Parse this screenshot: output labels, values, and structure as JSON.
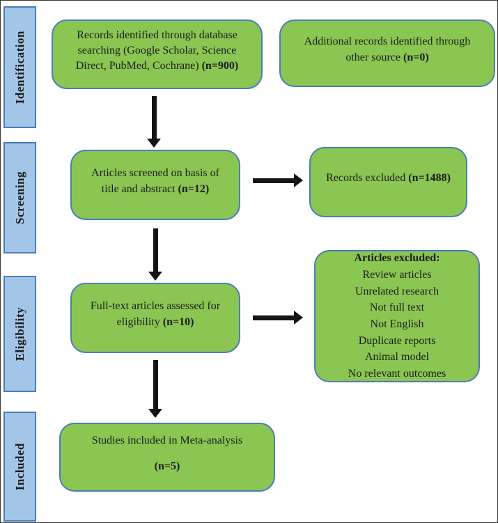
{
  "diagram_type": "PRISMA flow diagram",
  "colors": {
    "box_fill": "#8bc652",
    "box_border": "#4a7cbd",
    "stage_fill": "#a2c5e8",
    "stage_border": "#4a7cbd",
    "arrow": "#151515",
    "text": "#1b1b1b"
  },
  "sidebar": {
    "stages": [
      {
        "label": "Identification"
      },
      {
        "label": "Screening"
      },
      {
        "label": "Eligibility"
      },
      {
        "label": "Included"
      }
    ]
  },
  "boxes": {
    "records_identified": {
      "text": "Records identified through database searching (Google Scholar, Science Direct, PubMed, Cochrane)",
      "count": "(n=900)"
    },
    "additional_records": {
      "text": "Additional records identified through other source",
      "count": "(n=0)"
    },
    "articles_screened": {
      "text": "Articles screened on basis of title and abstract",
      "count": "(n=12)"
    },
    "records_excluded": {
      "text": "Records excluded",
      "count": "(n=1488)"
    },
    "fulltext_assessed": {
      "text": "Full-text articles assessed for eligibility",
      "count": "(n=10)"
    },
    "articles_excluded": {
      "heading": "Articles excluded:",
      "reasons": [
        "Review articles",
        "Unrelated research",
        "Not full text",
        "Not English",
        "Duplicate reports",
        "Animal model",
        "No relevant outcomes"
      ]
    },
    "studies_included": {
      "text": "Studies included in Meta-analysis",
      "count": "(n=5)"
    }
  }
}
